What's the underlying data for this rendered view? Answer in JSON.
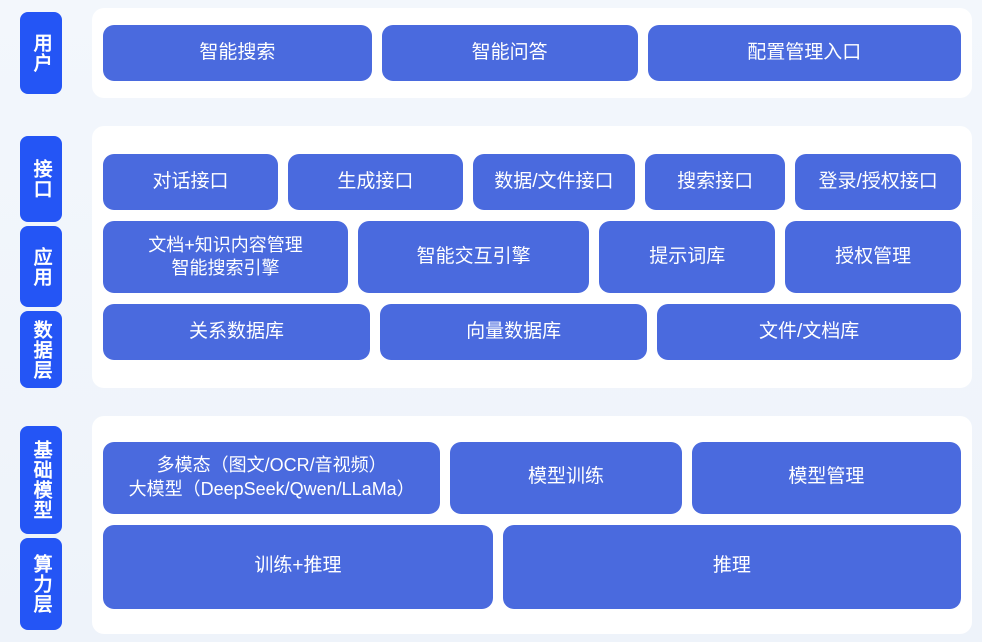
{
  "diagram": {
    "title": "AI Platform Layered Architecture",
    "colors": {
      "background": "#f2f6fb",
      "panel": "#ffffff",
      "tab": "#2455f5",
      "card": "#4a6ade",
      "text_on_blue": "#ffffff"
    }
  },
  "layers": [
    {
      "tab_label": "用户",
      "tab_name": "user-layer",
      "rows": [
        {
          "cards": [
            {
              "label": "智能搜索"
            },
            {
              "label": "智能问答"
            },
            {
              "label": "配置管理入口"
            }
          ]
        }
      ]
    },
    {
      "tab_label": "接口",
      "tab_name": "interface-layer",
      "rows": [
        {
          "cards": [
            {
              "label": "对话接口"
            },
            {
              "label": "生成接口"
            },
            {
              "label": "数据/文件接口"
            },
            {
              "label": "搜索接口"
            },
            {
              "label": "登录/授权接口"
            }
          ]
        }
      ]
    },
    {
      "tab_label": "应用",
      "tab_name": "application-layer",
      "rows": [
        {
          "cards": [
            {
              "label": "文档+知识内容管理\n智能搜索引擎"
            },
            {
              "label": "智能交互引擎"
            },
            {
              "label": "提示词库"
            },
            {
              "label": "授权管理"
            }
          ]
        }
      ]
    },
    {
      "tab_label": "数据层",
      "tab_name": "data-layer",
      "rows": [
        {
          "cards": [
            {
              "label": "关系数据库"
            },
            {
              "label": "向量数据库"
            },
            {
              "label": "文件/文档库"
            }
          ]
        }
      ]
    },
    {
      "tab_label": "基础模型",
      "tab_name": "foundation-model-layer",
      "rows": [
        {
          "cards": [
            {
              "label": "多模态（图文/OCR/音视频）\n大模型（DeepSeek/Qwen/LLaMa）"
            },
            {
              "label": "模型训练"
            },
            {
              "label": "模型管理"
            }
          ]
        }
      ]
    },
    {
      "tab_label": "算力层",
      "tab_name": "compute-layer",
      "rows": [
        {
          "cards": [
            {
              "label": "训练+推理"
            },
            {
              "label": "推理"
            }
          ]
        }
      ]
    }
  ]
}
